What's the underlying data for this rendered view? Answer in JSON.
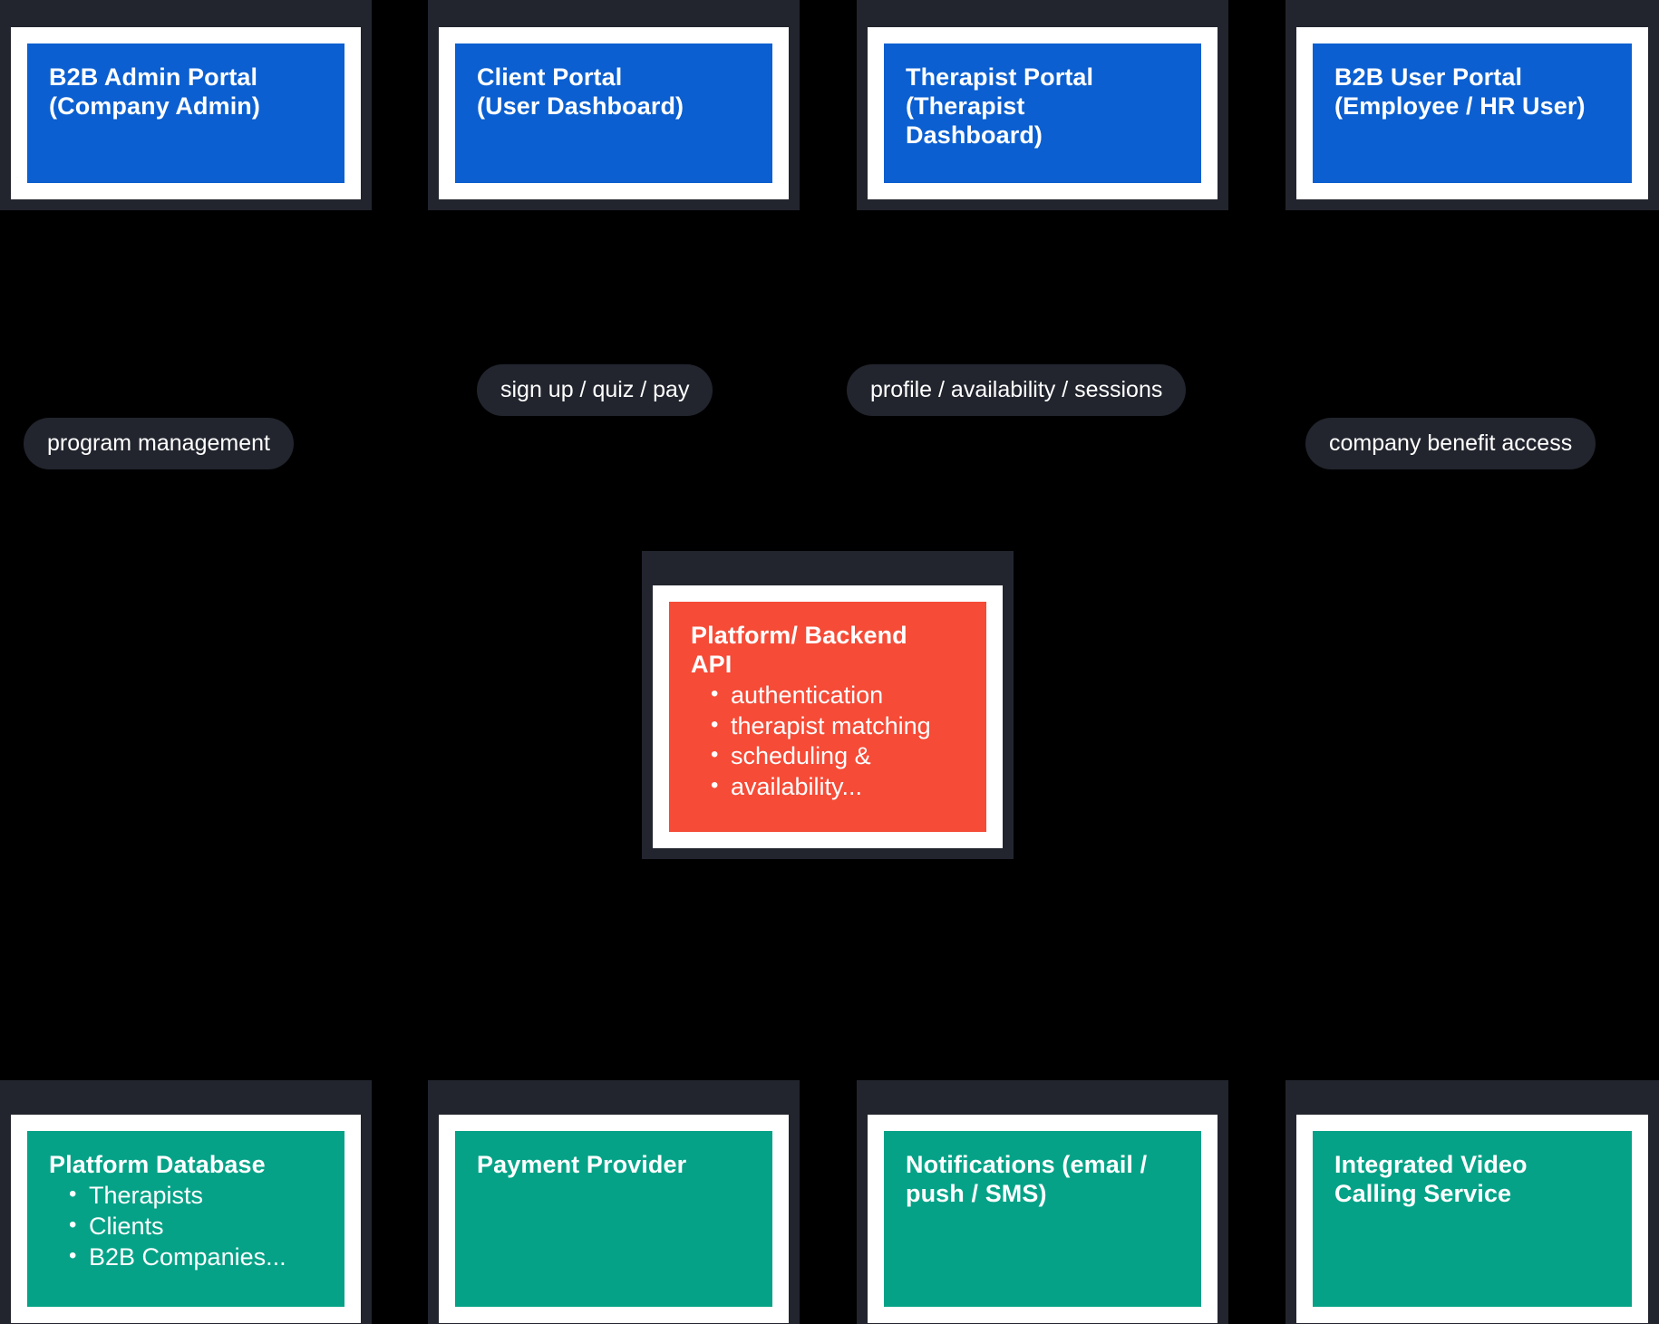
{
  "diagram": {
    "background": "#000000",
    "colors": {
      "shell": "#22252e",
      "frame": "#ffffff",
      "client_blue": "#0b5fd0",
      "backend_red": "#f54b37",
      "service_green": "#05a287",
      "pill_bg": "#22252e",
      "text": "#ffffff"
    },
    "nodes": {
      "b2b_admin_portal": {
        "title_line1": "B2B Admin Portal",
        "title_line2": "(Company Admin)",
        "color": "#0b5fd0"
      },
      "client_portal": {
        "title_line1": "Client Portal",
        "title_line2": "(User Dashboard)",
        "color": "#0b5fd0"
      },
      "therapist_portal": {
        "title_line1": "Therapist Portal",
        "title_line2": "(Therapist",
        "title_line3": "Dashboard)",
        "color": "#0b5fd0"
      },
      "b2b_user_portal": {
        "title_line1": "B2B User Portal",
        "title_line2": "(Employee / HR User)",
        "color": "#0b5fd0"
      },
      "backend_api": {
        "title_line1": "Platform/ Backend",
        "title_line2": "API",
        "items": [
          "authentication",
          "therapist matching",
          "scheduling &",
          "availability..."
        ],
        "color": "#f54b37"
      },
      "platform_database": {
        "title_line1": "Platform Database",
        "items": [
          "Therapists",
          "Clients",
          "B2B Companies..."
        ],
        "color": "#05a287"
      },
      "payment_provider": {
        "title_line1": "Payment Provider",
        "color": "#05a287"
      },
      "notifications": {
        "title_line1": "Notifications (email /",
        "title_line2": "push / SMS)",
        "color": "#05a287"
      },
      "video_calling": {
        "title_line1": "Integrated Video",
        "title_line2": "Calling Service",
        "color": "#05a287"
      }
    },
    "edge_labels": {
      "program_management": "program management",
      "signup_quiz_pay": "sign up / quiz / pay",
      "profile_availability_sessions": "profile / availability / sessions",
      "company_benefit_access": "company benefit access"
    }
  }
}
